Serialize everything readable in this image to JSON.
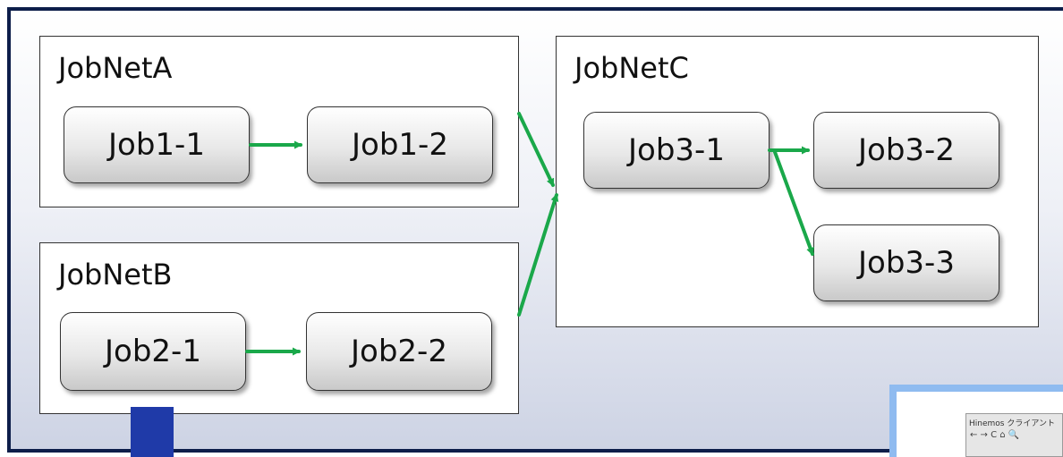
{
  "colors": {
    "arrow": "#1aa84a",
    "frame": "#0d1e4a",
    "accent_block": "#1f3aa8"
  },
  "jobnets": [
    {
      "title": "JobNetA",
      "jobs": [
        "Job1-1",
        "Job1-2"
      ]
    },
    {
      "title": "JobNetB",
      "jobs": [
        "Job2-1",
        "Job2-2"
      ]
    },
    {
      "title": "JobNetC",
      "jobs": [
        "Job3-1",
        "Job3-2",
        "Job3-3"
      ]
    }
  ],
  "thumbnail": {
    "window_title": "Hinemos クライアント",
    "nav": "← → C ⌂ 🔍"
  }
}
